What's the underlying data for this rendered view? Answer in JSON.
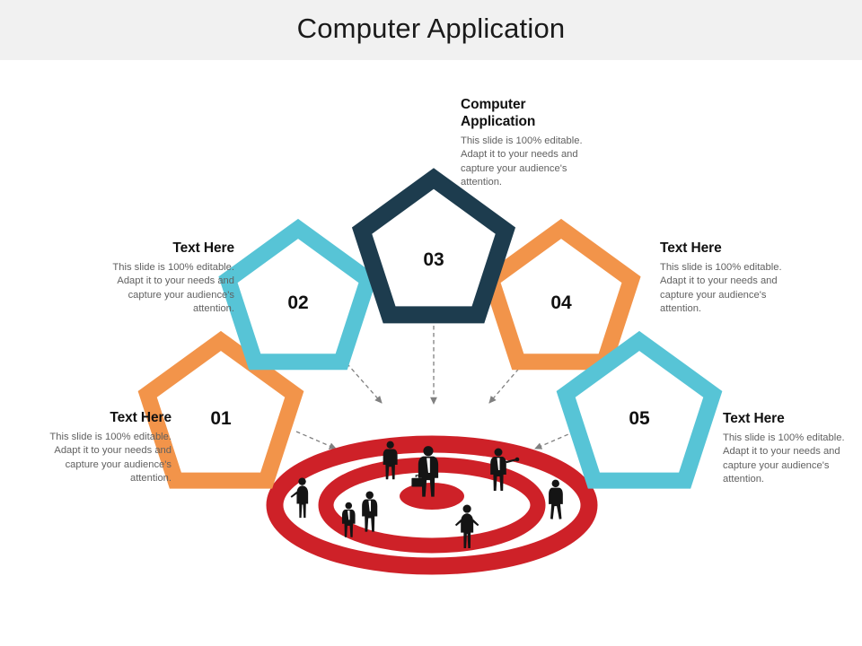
{
  "slide": {
    "title": "Computer Application",
    "background_color": "#ffffff",
    "header_band_color": "#f1f1f1"
  },
  "palette": {
    "navy": "#1d3c4e",
    "cyan": "#57c4d6",
    "orange": "#f2944a",
    "target_red": "#ce2128",
    "silhouette": "#141414",
    "arrow_gray": "#808080",
    "body_text": "#616161",
    "heading_text": "#111111"
  },
  "callouts": {
    "top": {
      "heading": "Computer Application",
      "body": "This slide is 100% editable. Adapt it to your needs and capture your audience's attention."
    },
    "left_upper": {
      "heading": "Text Here",
      "body": "This slide is 100% editable. Adapt it to your needs and capture your audience's attention."
    },
    "left_lower": {
      "heading": "Text Here",
      "body": "This slide is 100% editable. Adapt it to your needs and capture your audience's attention."
    },
    "right_upper": {
      "heading": "Text Here",
      "body": "This slide is 100% editable. Adapt it to your needs and capture your audience's attention."
    },
    "right_lower": {
      "heading": "Text Here",
      "body": "This slide is 100% editable. Adapt it to your needs and capture your audience's attention."
    }
  },
  "pentagons": [
    {
      "id": "01",
      "label": "01",
      "color": "#f2944a",
      "position": "bottom-left"
    },
    {
      "id": "02",
      "label": "02",
      "color": "#57c4d6",
      "position": "mid-left"
    },
    {
      "id": "03",
      "label": "03",
      "color": "#1d3c4e",
      "position": "top-center"
    },
    {
      "id": "04",
      "label": "04",
      "color": "#f2944a",
      "position": "mid-right"
    },
    {
      "id": "05",
      "label": "05",
      "color": "#57c4d6",
      "position": "bottom-right"
    }
  ],
  "center_graphic": {
    "name": "target-with-business-people",
    "ring_color": "#ce2128",
    "ring_count": 3,
    "people_count": 8
  },
  "connectors": {
    "count": 5,
    "style": "dashed-arrow",
    "color": "#808080"
  }
}
